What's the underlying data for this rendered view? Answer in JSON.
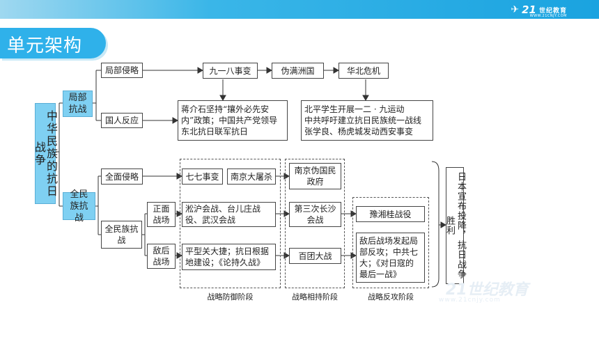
{
  "logo": {
    "num": "21",
    "text": "世纪教育",
    "sub": "WWW.21CNJY.COM"
  },
  "title": "单元架构",
  "root": "中华民族的抗日战争",
  "local_war": "局部抗战",
  "national_war": "全民族抗战",
  "local_invasion": "局部侵略",
  "national_reaction": "国人反应",
  "event_918": "九一八事变",
  "manchukuo": "伪满洲国",
  "north_crisis": "华北危机",
  "reaction_kmt_ccp": "蒋介石坚持“攘外必先安内”政策；中国共产党领导东北抗日联军抗日",
  "reaction_students": "北平学生开展一二 · 九运动\n中共呼吁建立抗日民族统一战线\n张学良、杨虎城发动西安事变",
  "full_invasion": "全面侵略",
  "event_77": "七七事变",
  "nanjing_massacre": "南京大屠杀",
  "nanjing_puppet": "南京伪国民政府",
  "national_resistance": "全民族抗战",
  "front_battlefield": "正面战场",
  "rear_battlefield": "敌后战场",
  "front_battles": "淞沪会战、台儿庄战役、武汉会战",
  "third_changsha": "第三次长沙会战",
  "yuxiang_battle": "豫湘桂战役",
  "rear_victory": "平型关大捷；抗日根据地建设；《论持久战》",
  "hundred_regiments": "百团大战",
  "rear_counter": "敌后战场发起局部反攻；中共七大；《对日寇的最后一战》",
  "surrender": "日本宣布投降，抗日战争胜利",
  "stages": {
    "defense": "战略防御阶段",
    "stalemate": "战略相持阶段",
    "counter": "战略反攻阶段"
  },
  "watermark": "21世纪教育",
  "watermark_url": "www.21cnjy.com"
}
